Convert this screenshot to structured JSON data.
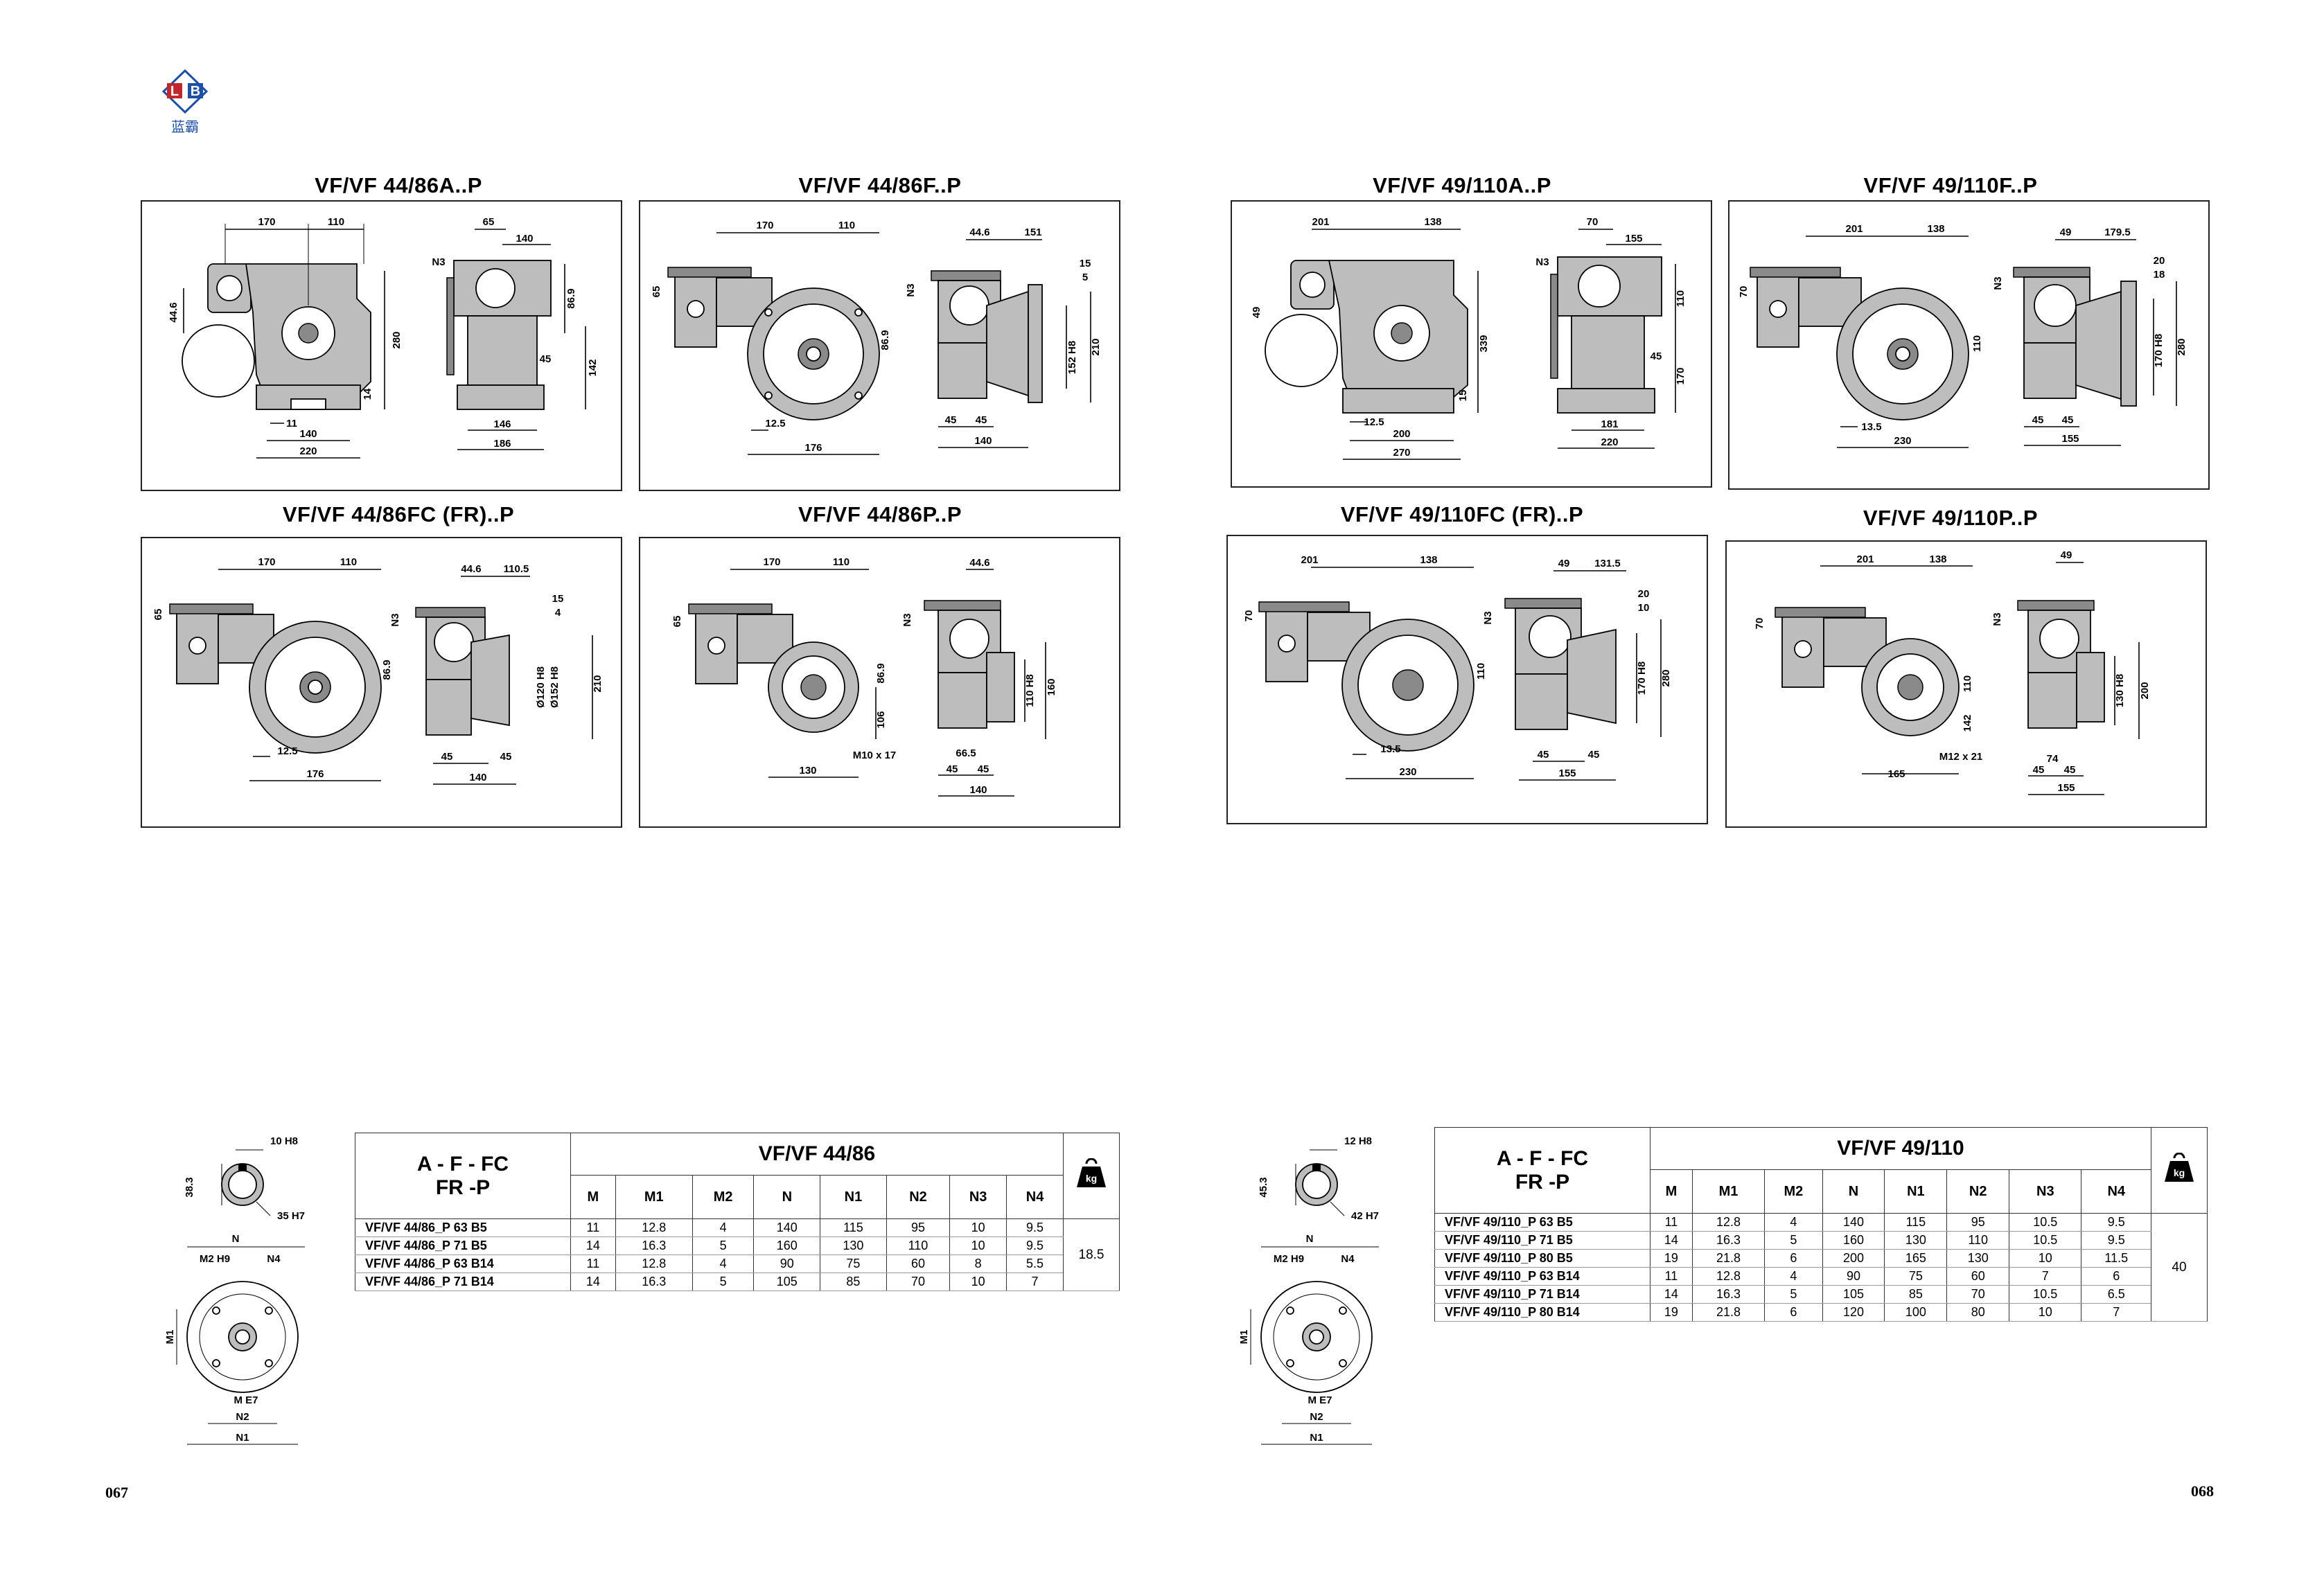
{
  "logo": {
    "letters": "LB",
    "chinese": "蓝霸"
  },
  "pages": {
    "left": "067",
    "right": "068"
  },
  "drawings": [
    {
      "title": "VF/VF 44/86A..P",
      "dims": {
        "a": "170",
        "b": "110",
        "c": "65",
        "d": "140",
        "n3": "N3",
        "h1": "44.6",
        "h2": "280",
        "h3": "86.9",
        "h4": "45",
        "h5": "142",
        "h6": "14",
        "w1": "11",
        "w2": "140",
        "w3": "220",
        "w4": "146",
        "w5": "186"
      }
    },
    {
      "title": "VF/VF 44/86F..P",
      "dims": {
        "a": "170",
        "b": "110",
        "c": "44.6",
        "d": "151",
        "e": "15",
        "f": "5",
        "h1": "65",
        "h2": "86.9",
        "h3": "N3",
        "h4": "152 H8",
        "h5": "210",
        "w1": "12.5",
        "w2": "176",
        "w3": "45",
        "w4": "45",
        "w5": "140"
      }
    },
    {
      "title": "VF/VF 44/86FC (FR)..P",
      "dims": {
        "a": "170",
        "b": "110",
        "c": "44.6",
        "d": "110.5",
        "e": "15",
        "f": "4",
        "h1": "65",
        "h2": "86.9",
        "h3": "N3",
        "h4": "Ø120 H8",
        "h5": "Ø152 H8",
        "h6": "210",
        "w1": "12.5",
        "w2": "176",
        "w3": "45",
        "w4": "45",
        "w5": "140"
      }
    },
    {
      "title": "VF/VF 44/86P..P",
      "dims": {
        "a": "170",
        "b": "110",
        "c": "44.6",
        "h1": "65",
        "h2": "86.9",
        "h3": "N3",
        "h4": "106",
        "h5": "110 H8",
        "h6": "160",
        "w1": "130",
        "w2": "M10 x 17",
        "w3": "66.5",
        "w4": "45",
        "w5": "45",
        "w6": "140"
      }
    },
    {
      "title": "VF/VF 49/110A..P",
      "dims": {
        "a": "201",
        "b": "138",
        "c": "70",
        "d": "155",
        "n3": "N3",
        "h1": "49",
        "h2": "339",
        "h3": "110",
        "h4": "45",
        "h5": "170",
        "h6": "15",
        "w1": "12.5",
        "w2": "200",
        "w3": "270",
        "w4": "181",
        "w5": "220"
      }
    },
    {
      "title": "VF/VF 49/110F..P",
      "dims": {
        "a": "201",
        "b": "138",
        "c": "49",
        "d": "179.5",
        "e": "20",
        "f": "18",
        "h1": "70",
        "h2": "110",
        "h3": "N3",
        "h4": "170 H8",
        "h5": "280",
        "w1": "13.5",
        "w2": "230",
        "w3": "45",
        "w4": "45",
        "w5": "155"
      }
    },
    {
      "title": "VF/VF 49/110FC (FR)..P",
      "dims": {
        "a": "201",
        "b": "138",
        "c": "49",
        "d": "131.5",
        "e": "20",
        "f": "10",
        "h1": "70",
        "h2": "110",
        "h3": "N3",
        "h4": "170 H8",
        "h5": "280",
        "w1": "13.5",
        "w2": "230",
        "w3": "45",
        "w4": "45",
        "w5": "155"
      }
    },
    {
      "title": "VF/VF 49/110P..P",
      "dims": {
        "a": "201",
        "b": "138",
        "c": "49",
        "h1": "70",
        "h2": "110",
        "h3": "N3",
        "h4": "142",
        "h5": "130 H8",
        "h6": "200",
        "w1": "165",
        "w2": "M12 x 21",
        "w3": "74",
        "w4": "45",
        "w5": "45",
        "w6": "155"
      }
    }
  ],
  "shaft_left": {
    "key": "10 H8",
    "height": "38.3",
    "bore": "35 H7",
    "n": "N",
    "m2": "M2 H9",
    "n4": "N4",
    "m1": "M1",
    "m": "M E7",
    "n2": "N2",
    "n1": "N1"
  },
  "shaft_right": {
    "key": "12 H8",
    "height": "45.3",
    "bore": "42 H7",
    "n": "N",
    "m2": "M2 H9",
    "n4": "N4",
    "m1": "M1",
    "m": "M E7",
    "n2": "N2",
    "n1": "N1"
  },
  "table_left": {
    "label_line1": "A - F - FC",
    "label_line2": "FR -P",
    "title": "VF/VF 44/86",
    "columns": [
      "M",
      "M1",
      "M2",
      "N",
      "N1",
      "N2",
      "N3",
      "N4"
    ],
    "weight_icon": "kg",
    "weight": "18.5",
    "rows": [
      {
        "model": "VF/VF 44/86_P 63 B5",
        "v": [
          "11",
          "12.8",
          "4",
          "140",
          "115",
          "95",
          "10",
          "9.5"
        ]
      },
      {
        "model": "VF/VF 44/86_P 71 B5",
        "v": [
          "14",
          "16.3",
          "5",
          "160",
          "130",
          "110",
          "10",
          "9.5"
        ]
      },
      {
        "model": "VF/VF 44/86_P 63 B14",
        "v": [
          "11",
          "12.8",
          "4",
          "90",
          "75",
          "60",
          "8",
          "5.5"
        ]
      },
      {
        "model": "VF/VF 44/86_P 71 B14",
        "v": [
          "14",
          "16.3",
          "5",
          "105",
          "85",
          "70",
          "10",
          "7"
        ]
      }
    ]
  },
  "table_right": {
    "label_line1": "A - F - FC",
    "label_line2": "FR -P",
    "title": "VF/VF 49/110",
    "columns": [
      "M",
      "M1",
      "M2",
      "N",
      "N1",
      "N2",
      "N3",
      "N4"
    ],
    "weight_icon": "kg",
    "weight": "40",
    "rows": [
      {
        "model": "VF/VF 49/110_P 63 B5",
        "v": [
          "11",
          "12.8",
          "4",
          "140",
          "115",
          "95",
          "10.5",
          "9.5"
        ]
      },
      {
        "model": "VF/VF 49/110_P 71 B5",
        "v": [
          "14",
          "16.3",
          "5",
          "160",
          "130",
          "110",
          "10.5",
          "9.5"
        ]
      },
      {
        "model": "VF/VF 49/110_P 80 B5",
        "v": [
          "19",
          "21.8",
          "6",
          "200",
          "165",
          "130",
          "10",
          "11.5"
        ]
      },
      {
        "model": "VF/VF 49/110_P 63 B14",
        "v": [
          "11",
          "12.8",
          "4",
          "90",
          "75",
          "60",
          "7",
          "6"
        ]
      },
      {
        "model": "VF/VF 49/110_P 71 B14",
        "v": [
          "14",
          "16.3",
          "5",
          "105",
          "85",
          "70",
          "10.5",
          "6.5"
        ]
      },
      {
        "model": "VF/VF 49/110_P 80 B14",
        "v": [
          "19",
          "21.8",
          "6",
          "120",
          "100",
          "80",
          "10",
          "7"
        ]
      }
    ]
  }
}
